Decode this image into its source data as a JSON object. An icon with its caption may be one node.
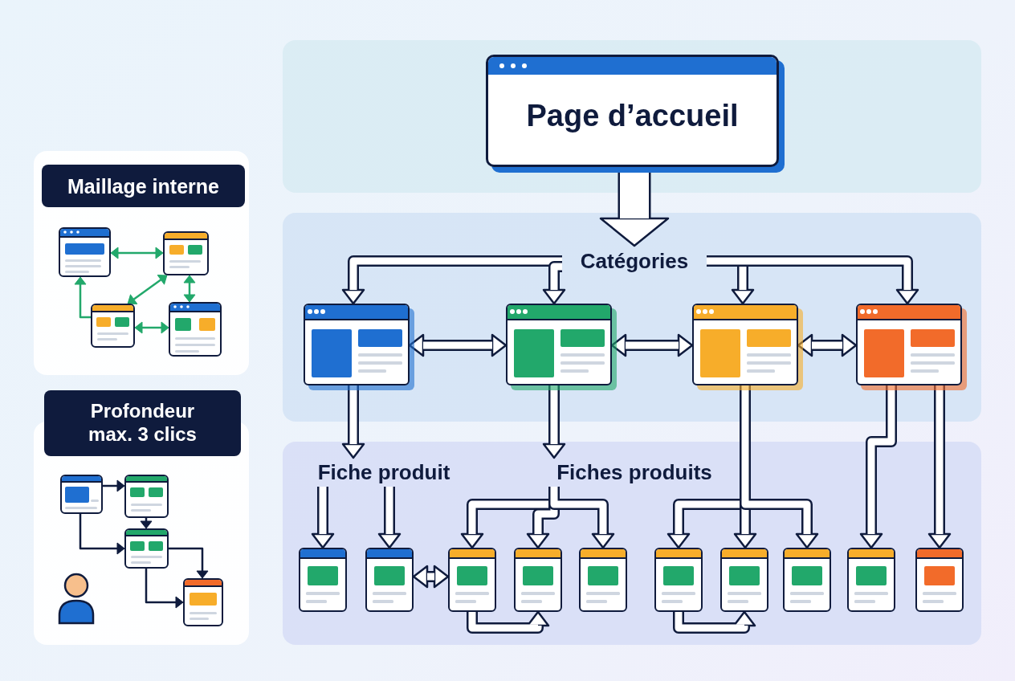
{
  "diagram": {
    "nodes": [
      {
        "text": [
          "Maillage interne"
        ]
      },
      {
        "text": [],
        "shape": "window"
      },
      {
        "text": [],
        "shape": "window"
      },
      {
        "text": [],
        "shape": "window"
      },
      {
        "text": [],
        "shape": "window"
      },
      {
        "text": [
          "Profondeur max. 3 clics"
        ]
      },
      {
        "text": [],
        "shape": "window"
      },
      {
        "text": [],
        "shape": "window"
      },
      {
        "text": [],
        "shape": "window"
      },
      {
        "text": [],
        "shape": "window"
      },
      {
        "text": [],
        "shape": "person"
      },
      {
        "text": [
          "Page d’accueil"
        ]
      },
      {
        "text": [
          "Catégories"
        ]
      },
      {
        "text": [],
        "shape": "window"
      },
      {
        "text": [],
        "shape": "window"
      },
      {
        "text": [],
        "shape": "window"
      },
      {
        "text": [],
        "shape": "window"
      },
      {
        "text": [
          "Fiche produit"
        ]
      },
      {
        "text": [
          "Fiches produits"
        ]
      },
      {
        "text": [],
        "shape": "window"
      },
      {
        "text": [],
        "shape": "window"
      },
      {
        "text": [],
        "shape": "window"
      },
      {
        "text": [],
        "shape": "window"
      },
      {
        "text": [],
        "shape": "window"
      },
      {
        "text": [],
        "shape": "window"
      },
      {
        "text": [],
        "shape": "window"
      },
      {
        "text": [],
        "shape": "window"
      },
      {
        "text": [],
        "shape": "window"
      },
      {
        "text": [],
        "shape": "window"
      }
    ],
    "edges": [
      {
        "from": 1,
        "to": 2,
        "arrow": "both",
        "color": "#22a86b"
      },
      {
        "from": 3,
        "to": 1,
        "arrow": "to",
        "color": "#22a86b"
      },
      {
        "from": 3,
        "to": 2,
        "arrow": "both",
        "color": "#22a86b"
      },
      {
        "from": 2,
        "to": 4,
        "arrow": "both",
        "color": "#22a86b"
      },
      {
        "from": 3,
        "to": 4,
        "arrow": "both",
        "color": "#22a86b"
      },
      {
        "from": 6,
        "to": 7,
        "arrow": "to",
        "color": "#0f1b3d"
      },
      {
        "from": 6,
        "to": 8,
        "arrow": "to",
        "color": "#0f1b3d"
      },
      {
        "from": 7,
        "to": 8,
        "arrow": "to",
        "color": "#0f1b3d"
      },
      {
        "from": 8,
        "to": 9,
        "arrow": "to",
        "color": "#0f1b3d"
      },
      {
        "from": 8,
        "to": 9,
        "arrow": "to",
        "color": "#0f1b3d"
      },
      {
        "from": 11,
        "to": 12,
        "arrow": "to",
        "style": "thick"
      },
      {
        "from": 12,
        "to": 13,
        "arrow": "to"
      },
      {
        "from": 12,
        "to": 14,
        "arrow": "to"
      },
      {
        "from": 12,
        "to": 15,
        "arrow": "to"
      },
      {
        "from": 12,
        "to": 16,
        "arrow": "to"
      },
      {
        "from": 13,
        "to": 14,
        "arrow": "both"
      },
      {
        "from": 14,
        "to": 15,
        "arrow": "both"
      },
      {
        "from": 15,
        "to": 16,
        "arrow": "both"
      },
      {
        "from": 13,
        "to": 17,
        "arrow": "to"
      },
      {
        "from": 14,
        "to": 18,
        "arrow": "to"
      },
      {
        "from": 17,
        "to": 19,
        "arrow": "to"
      },
      {
        "from": 17,
        "to": 20,
        "arrow": "to"
      },
      {
        "from": 18,
        "to": 21,
        "arrow": "to"
      },
      {
        "from": 18,
        "to": 22,
        "arrow": "to"
      },
      {
        "from": 18,
        "to": 23,
        "arrow": "to"
      },
      {
        "from": 15,
        "to": 24,
        "arrow": "to"
      },
      {
        "from": 15,
        "to": 25,
        "arrow": "to"
      },
      {
        "from": 15,
        "to": 26,
        "arrow": "to"
      },
      {
        "from": 16,
        "to": 27,
        "arrow": "to"
      },
      {
        "from": 16,
        "to": 28,
        "arrow": "to"
      },
      {
        "from": 20,
        "to": 21,
        "arrow": "both"
      },
      {
        "from": 21,
        "to": 22,
        "arrow": "to"
      },
      {
        "from": 24,
        "to": 25,
        "arrow": "to"
      }
    ]
  }
}
